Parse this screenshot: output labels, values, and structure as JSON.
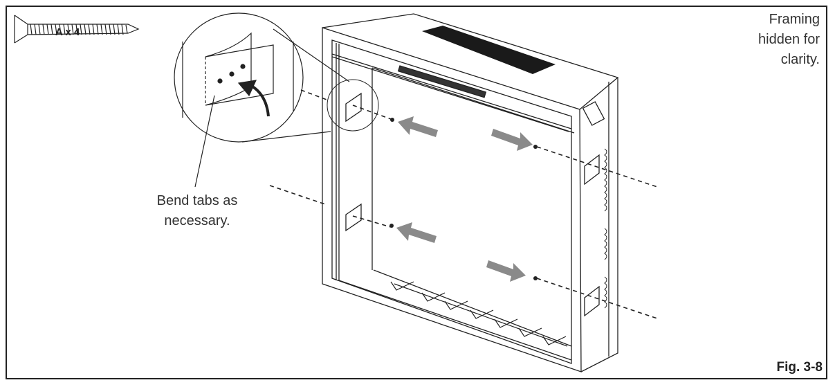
{
  "figure": {
    "id_label": "Fig. 3-8",
    "hardware": {
      "icon": "screw-icon",
      "quantity_label": "A x 4"
    },
    "note_lines": [
      "Framing",
      "hidden for",
      "clarity."
    ],
    "callout_lines": [
      "Bend tabs as",
      "necessary."
    ],
    "colors": {
      "line": "#222222",
      "arrow": "#8a8a8a",
      "vent": "#1a1a1a",
      "border": "#222222"
    },
    "screw_count": 4,
    "install_arrows": [
      "left-upper",
      "left-lower",
      "right-upper",
      "right-lower"
    ]
  }
}
